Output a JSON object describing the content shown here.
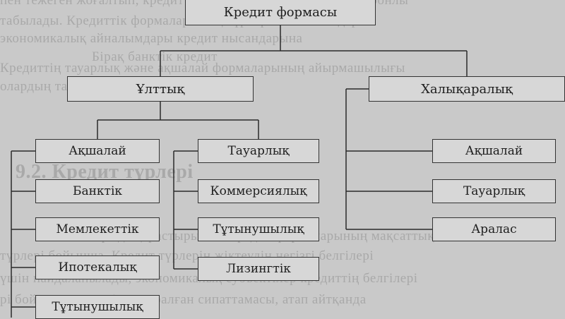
{
  "diagram": {
    "root": "Кредит формасы",
    "national": {
      "label": "Ұлттық",
      "monetary": {
        "label": "Ақшалай",
        "children": [
          "Банктік",
          "Мемлекеттік",
          "Ипотекалық",
          "Тұтынушылық"
        ]
      },
      "commodity": {
        "label": "Тауарлық",
        "children": [
          "Коммерсиялық",
          "Тұтынушылық",
          "Лизингтік"
        ]
      }
    },
    "international": {
      "label": "Халықаралық",
      "children": [
        "Ақшалай",
        "Тауарлық",
        "Аралас"
      ]
    }
  },
  "background_text": [
    "пен тежеген жоғалтып, кредиттік қатынастарды мемлекеттік ронлы",
    "табылады. Кредиттік формаларының түрлері және негіздері",
    "экономикалық айналымдары кредит нысандарына",
    "Кредиттің тауарлық және ақшалай формаларының айырмашылығы",
    "олардың тауарлық формада қолданылуы",
    "Бірақ банктік кредит",
    "9.2. Кредит түрлері",
    "Жоғарыда қарастырылған кредит формаларының мақсаттық",
    "түрлері бойынша. Кредит түрлерін жіктеудің негізгі белгілері",
    "үшін пайдаланылады, экономикалық субъектілер кредиттің белгілері",
    "рі бойынша ең кеңінен таралған сипаттамасы, атап айтқанда"
  ]
}
